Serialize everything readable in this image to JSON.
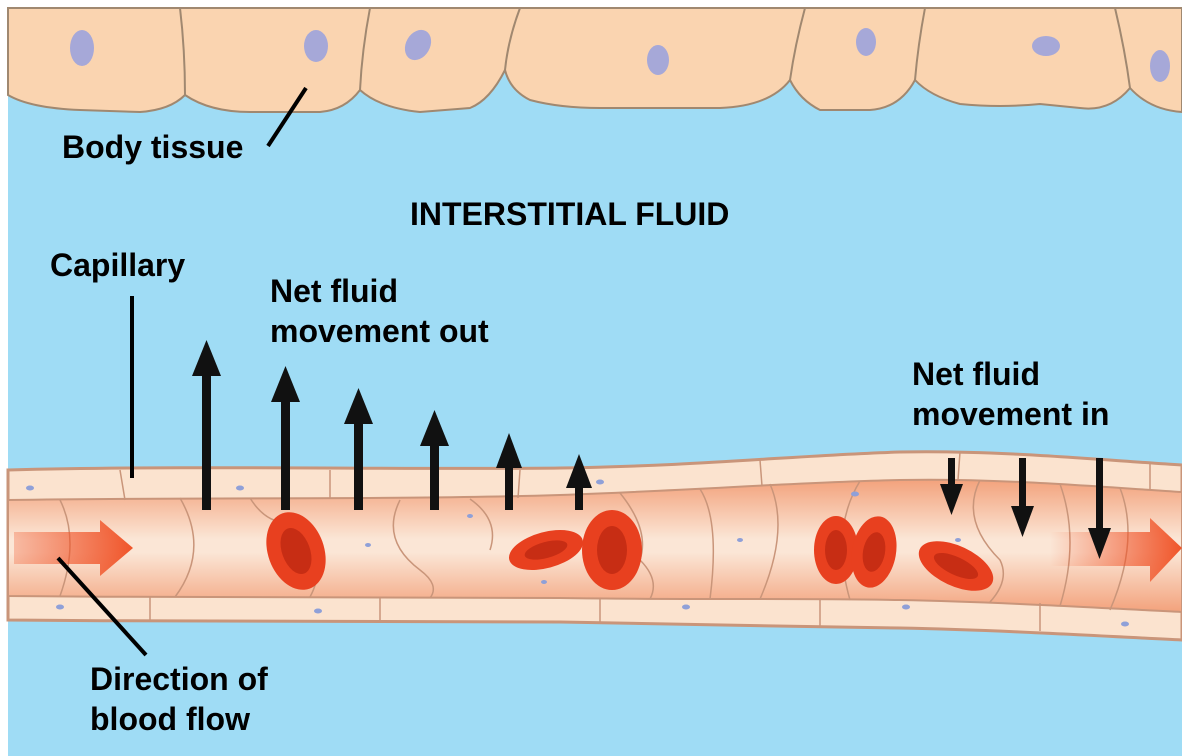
{
  "labels": {
    "body_tissue": "Body tissue",
    "interstitial_fluid": "INTERSTITIAL FLUID",
    "capillary": "Capillary",
    "net_out_line1": "Net fluid",
    "net_out_line2": "movement out",
    "net_in_line1": "Net fluid",
    "net_in_line2": "movement in",
    "direction_line1": "Direction of",
    "direction_line2": "blood flow"
  },
  "colors": {
    "fluid": "#9fdcf5",
    "tissue": "#fad4b0",
    "tissue_outline": "#a08870",
    "nucleus": "#a6a8d8",
    "capillary_wall": "#fbe3cf",
    "capillary_outline": "#c9957a",
    "lumen": "#f4a37a",
    "red_blood_cell": "#e8401f",
    "flow_arrow": "#f0552a",
    "fluid_arrow": "#111111"
  }
}
